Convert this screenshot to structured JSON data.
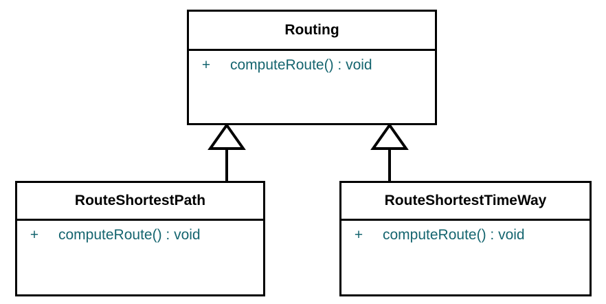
{
  "diagram": {
    "type": "uml-class-diagram",
    "background_color": "#ffffff",
    "border_color": "#000000",
    "member_text_color": "#15656f",
    "title_text_color": "#000000",
    "classes": [
      {
        "id": "routing",
        "name": "Routing",
        "members": [
          {
            "visibility": "+",
            "signature": "computeRoute() : void"
          }
        ]
      },
      {
        "id": "route_shortest_path",
        "name": "RouteShortestPath",
        "members": [
          {
            "visibility": "+",
            "signature": "computeRoute() : void"
          }
        ]
      },
      {
        "id": "route_shortest_time_way",
        "name": "RouteShortestTimeWay",
        "members": [
          {
            "visibility": "+",
            "signature": "computeRoute() : void"
          }
        ]
      }
    ],
    "relationships": [
      {
        "id": "generalization_left",
        "kind": "generalization",
        "from": "RouteShortestPath",
        "to": "Routing",
        "arrowhead": "hollow-triangle"
      },
      {
        "id": "generalization_right",
        "kind": "generalization",
        "from": "RouteShortestTimeWay",
        "to": "Routing",
        "arrowhead": "hollow-triangle"
      }
    ]
  }
}
